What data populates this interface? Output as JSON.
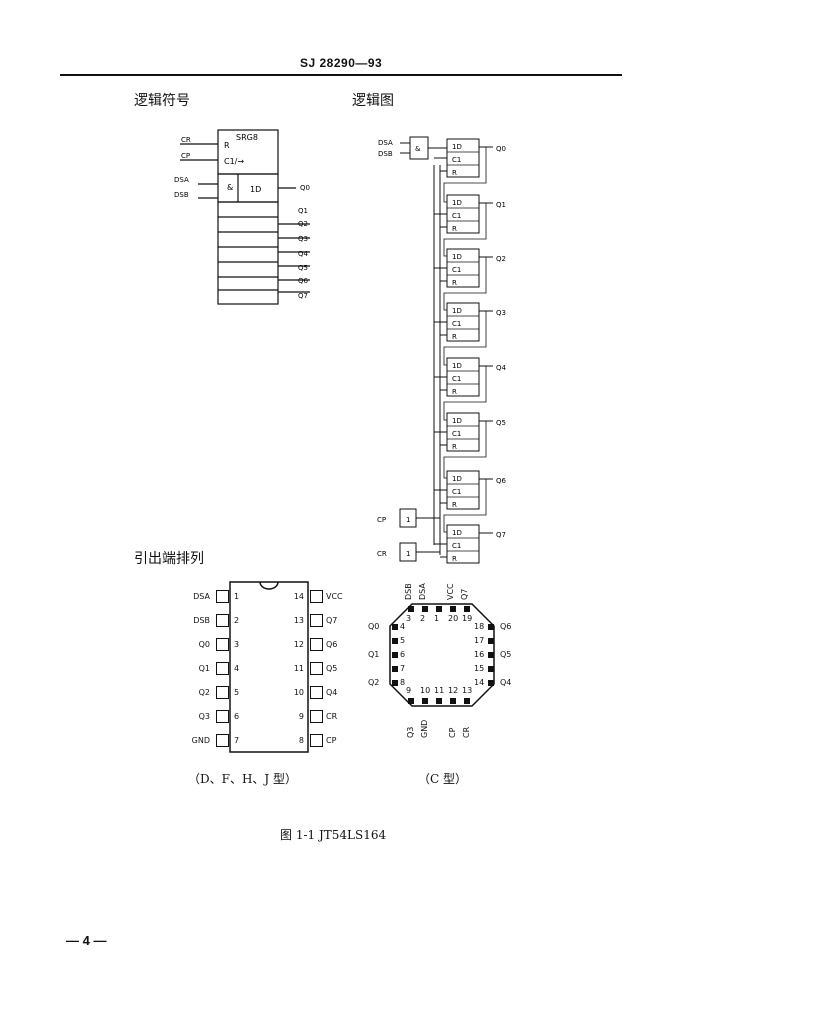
{
  "header": {
    "doc_code": "SJ 28290—93"
  },
  "sections": {
    "logic_symbol": "逻辑符号",
    "logic_diagram": "逻辑图",
    "pin_arrangement": "引出端排列"
  },
  "logic_symbol": {
    "block_title": "SRG8",
    "reset_in": "R",
    "clock_in": "C1/→",
    "and_sym": "&",
    "d_in": "1D",
    "inputs": [
      "CR",
      "CP",
      "DSA",
      "DSB"
    ],
    "outputs": [
      "Q0",
      "Q1",
      "Q2",
      "Q3",
      "Q4",
      "Q5",
      "Q6",
      "Q7"
    ]
  },
  "logic_diagram": {
    "inputs": [
      "DSA",
      "DSB",
      "CP",
      "CR"
    ],
    "and_gate": "&",
    "buffer": "1",
    "ff_d": "1D",
    "ff_c": "C1",
    "ff_r": "R",
    "outputs": [
      "Q0",
      "Q1",
      "Q2",
      "Q3",
      "Q4",
      "Q5",
      "Q6",
      "Q7"
    ]
  },
  "dip": {
    "left_pins": [
      {
        "num": "1",
        "name": "DSA"
      },
      {
        "num": "2",
        "name": "DSB"
      },
      {
        "num": "3",
        "name": "Q0"
      },
      {
        "num": "4",
        "name": "Q1"
      },
      {
        "num": "5",
        "name": "Q2"
      },
      {
        "num": "6",
        "name": "Q3"
      },
      {
        "num": "7",
        "name": "GND"
      }
    ],
    "right_pins": [
      {
        "num": "14",
        "name": "VCC"
      },
      {
        "num": "13",
        "name": "Q7"
      },
      {
        "num": "12",
        "name": "Q6"
      },
      {
        "num": "11",
        "name": "Q5"
      },
      {
        "num": "10",
        "name": "Q4"
      },
      {
        "num": "9",
        "name": "CR"
      },
      {
        "num": "8",
        "name": "CP"
      }
    ],
    "caption": "（D、F、H、J 型）"
  },
  "lcc": {
    "top": [
      {
        "num": "3",
        "name": "DSB"
      },
      {
        "num": "2",
        "name": "DSA"
      },
      {
        "num": "1",
        "name": ""
      },
      {
        "num": "20",
        "name": "VCC"
      },
      {
        "num": "19",
        "name": "Q7"
      }
    ],
    "left": [
      {
        "num": "4",
        "name": "Q0"
      },
      {
        "num": "5",
        "name": ""
      },
      {
        "num": "6",
        "name": "Q1"
      },
      {
        "num": "7",
        "name": ""
      },
      {
        "num": "8",
        "name": "Q2"
      }
    ],
    "right": [
      {
        "num": "18",
        "name": "Q6"
      },
      {
        "num": "17",
        "name": ""
      },
      {
        "num": "16",
        "name": "Q5"
      },
      {
        "num": "15",
        "name": ""
      },
      {
        "num": "14",
        "name": "Q4"
      }
    ],
    "bottom": [
      {
        "num": "9",
        "name": "Q3"
      },
      {
        "num": "10",
        "name": "GND"
      },
      {
        "num": "11",
        "name": ""
      },
      {
        "num": "12",
        "name": "CP"
      },
      {
        "num": "13",
        "name": "CR"
      }
    ],
    "caption": "（C 型）"
  },
  "figure_caption": "图 1-1   JT54LS164",
  "page_number": "— 4 —"
}
